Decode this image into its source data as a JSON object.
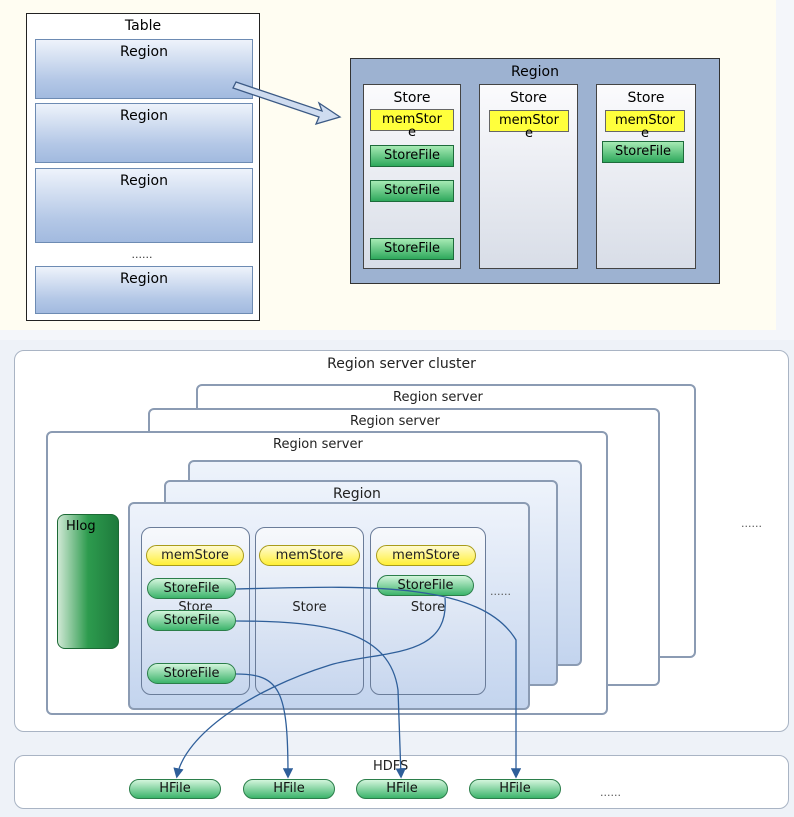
{
  "top": {
    "table": {
      "title": "Table",
      "regions": [
        "Region",
        "Region",
        "Region",
        "Region"
      ],
      "ellipsis": "......"
    },
    "region": {
      "title": "Region",
      "stores": [
        {
          "label": "Store",
          "memstore": "memStor\ne",
          "storefiles": [
            "StoreFile",
            "StoreFile",
            "StoreFile"
          ]
        },
        {
          "label": "Store",
          "memstore": "memStor\ne",
          "storefiles": []
        },
        {
          "label": "Store",
          "memstore": "memStor\ne",
          "storefiles": [
            "StoreFile"
          ]
        }
      ]
    }
  },
  "bottom": {
    "cluster_title": "Region server cluster",
    "region_servers": [
      "Region server",
      "Region server",
      "Region server"
    ],
    "region_title": "Region",
    "hlog": "Hlog",
    "cluster_ellipsis": "......",
    "store_ellipsis": "......",
    "stores": [
      {
        "label": "Store",
        "memstore": "memStore",
        "storefiles": [
          "StoreFile",
          "StoreFile",
          "StoreFile"
        ]
      },
      {
        "label": "Store",
        "memstore": "memStore",
        "storefiles": []
      },
      {
        "label": "Store",
        "memstore": "memStore",
        "storefiles": [
          "StoreFile"
        ]
      }
    ],
    "hdfs": {
      "title": "HDFS",
      "hfiles": [
        "HFile",
        "HFile",
        "HFile",
        "HFile"
      ],
      "ellipsis": "......"
    }
  },
  "colors": {
    "region_fill": "#9db2d1",
    "memstore": "#ffff3c",
    "storefile": "#3cb46b",
    "arrow": "#2f5f9a"
  }
}
